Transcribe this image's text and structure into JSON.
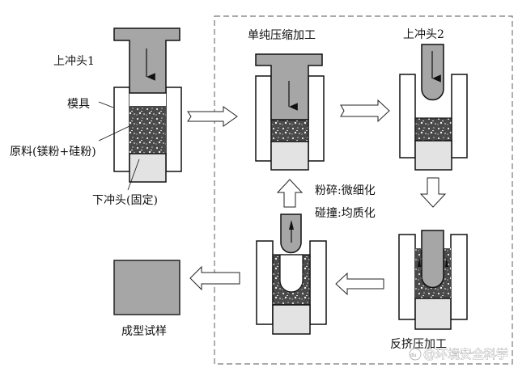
{
  "diagram": {
    "title": "",
    "colors": {
      "punch": "#a6a6a6",
      "die": "#ffffff",
      "powder": "#4a4a4a",
      "lower_punch": "#e3e3e3",
      "outline": "#111111",
      "dashed_box": "#777777",
      "specimen": "#a6a6a6"
    },
    "stage_initial": {
      "label_upper_punch": "上冲头1",
      "label_die": "模具",
      "label_material": "原料(镁粉+硅粉)",
      "label_lower_punch": "下冲头(固定)"
    },
    "stage_compression": {
      "title": "单纯压缩加工"
    },
    "stage_punch2": {
      "title": "上冲头2"
    },
    "stage_back_extrusion": {
      "title": "反挤压加工"
    },
    "cycle_notes": {
      "line1": "粉碎:微细化",
      "line2": "碰撞:均质化"
    },
    "stage_final": {
      "label": "成型试样"
    },
    "watermark": "@环境安全科学",
    "watermark_logo": "du"
  }
}
